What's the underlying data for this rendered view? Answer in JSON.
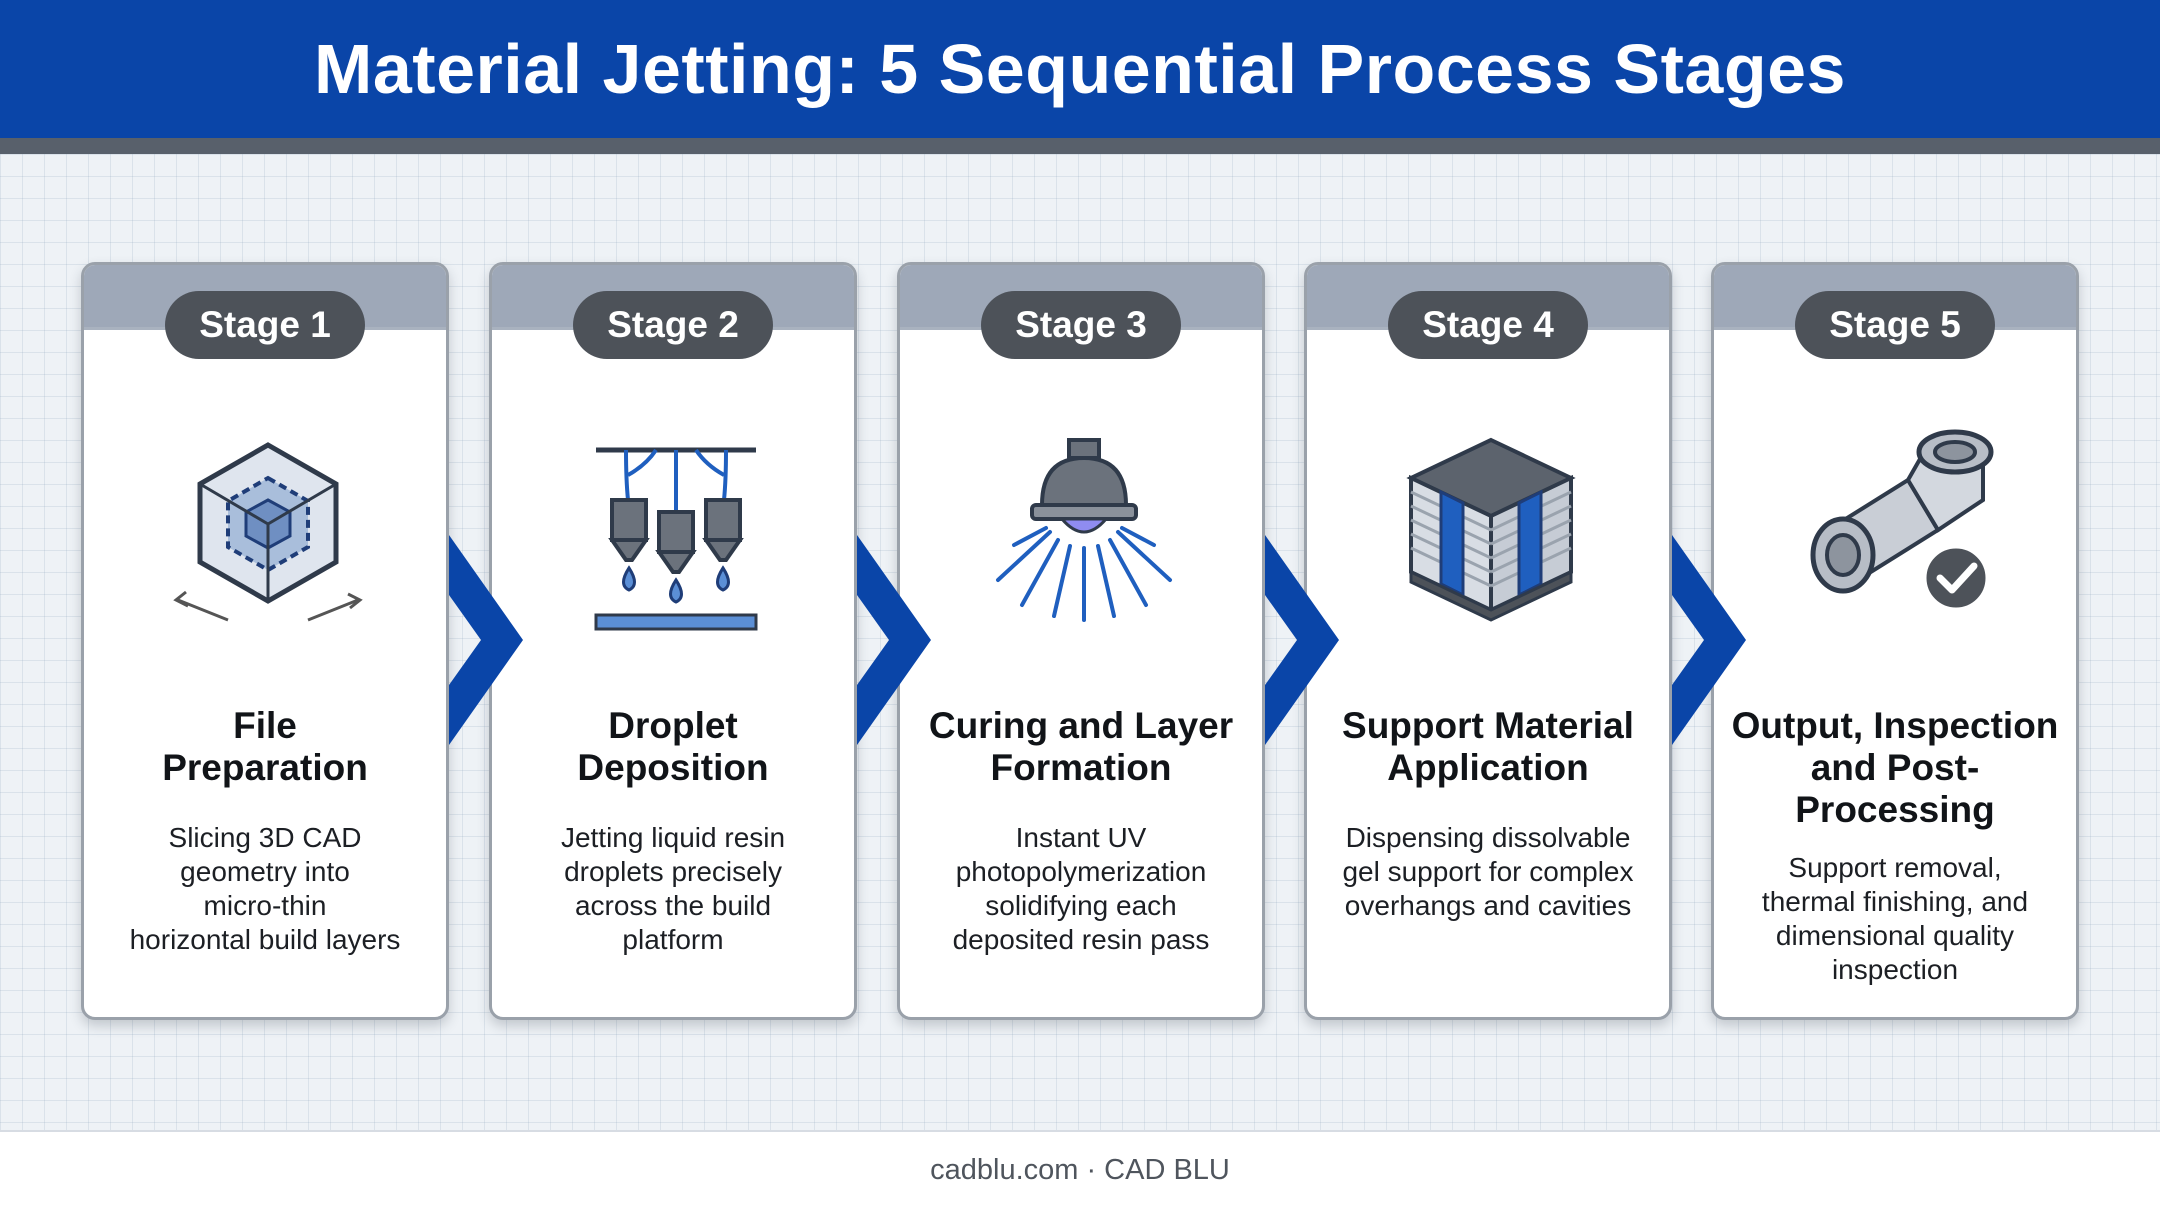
{
  "header": {
    "title": "Material Jetting: 5 Sequential Process Stages"
  },
  "colors": {
    "brand_blue": "#0a45a8",
    "header_border": "#58606b",
    "pill_bg": "#4d5259",
    "card_top": "#9ea8b8",
    "icon_blue": "#1f5fbf"
  },
  "stages": [
    {
      "badge": "Stage 1",
      "title_lines": [
        "File",
        "Preparation"
      ],
      "description_lines": [
        "Slicing 3D CAD",
        "geometry into",
        "micro-thin",
        "horizontal build layers"
      ],
      "icon": "wireframe-cube-icon"
    },
    {
      "badge": "Stage 2",
      "title_lines": [
        "Droplet",
        "Deposition"
      ],
      "description_lines": [
        "Jetting liquid resin",
        "droplets precisely",
        "across the build",
        "platform"
      ],
      "icon": "print-nozzles-icon"
    },
    {
      "badge": "Stage 3",
      "title_lines": [
        "Curing and Layer",
        "Formation"
      ],
      "description_lines": [
        "Instant UV",
        "photopolymerization",
        "solidifying each",
        "deposited resin pass"
      ],
      "icon": "uv-lamp-icon"
    },
    {
      "badge": "Stage 4",
      "title_lines": [
        "Support Material",
        "Application"
      ],
      "description_lines": [
        "Dispensing dissolvable",
        "gel support for complex",
        "overhangs and cavities"
      ],
      "icon": "layered-support-block-icon"
    },
    {
      "badge": "Stage 5",
      "title_lines": [
        "Output, Inspection",
        "and Post-",
        "Processing"
      ],
      "description_lines": [
        "Support removal,",
        "thermal finishing, and",
        "dimensional quality",
        "inspection"
      ],
      "icon": "pipe-part-check-icon"
    }
  ],
  "footer": {
    "text": "cadblu.com · CAD BLU"
  }
}
